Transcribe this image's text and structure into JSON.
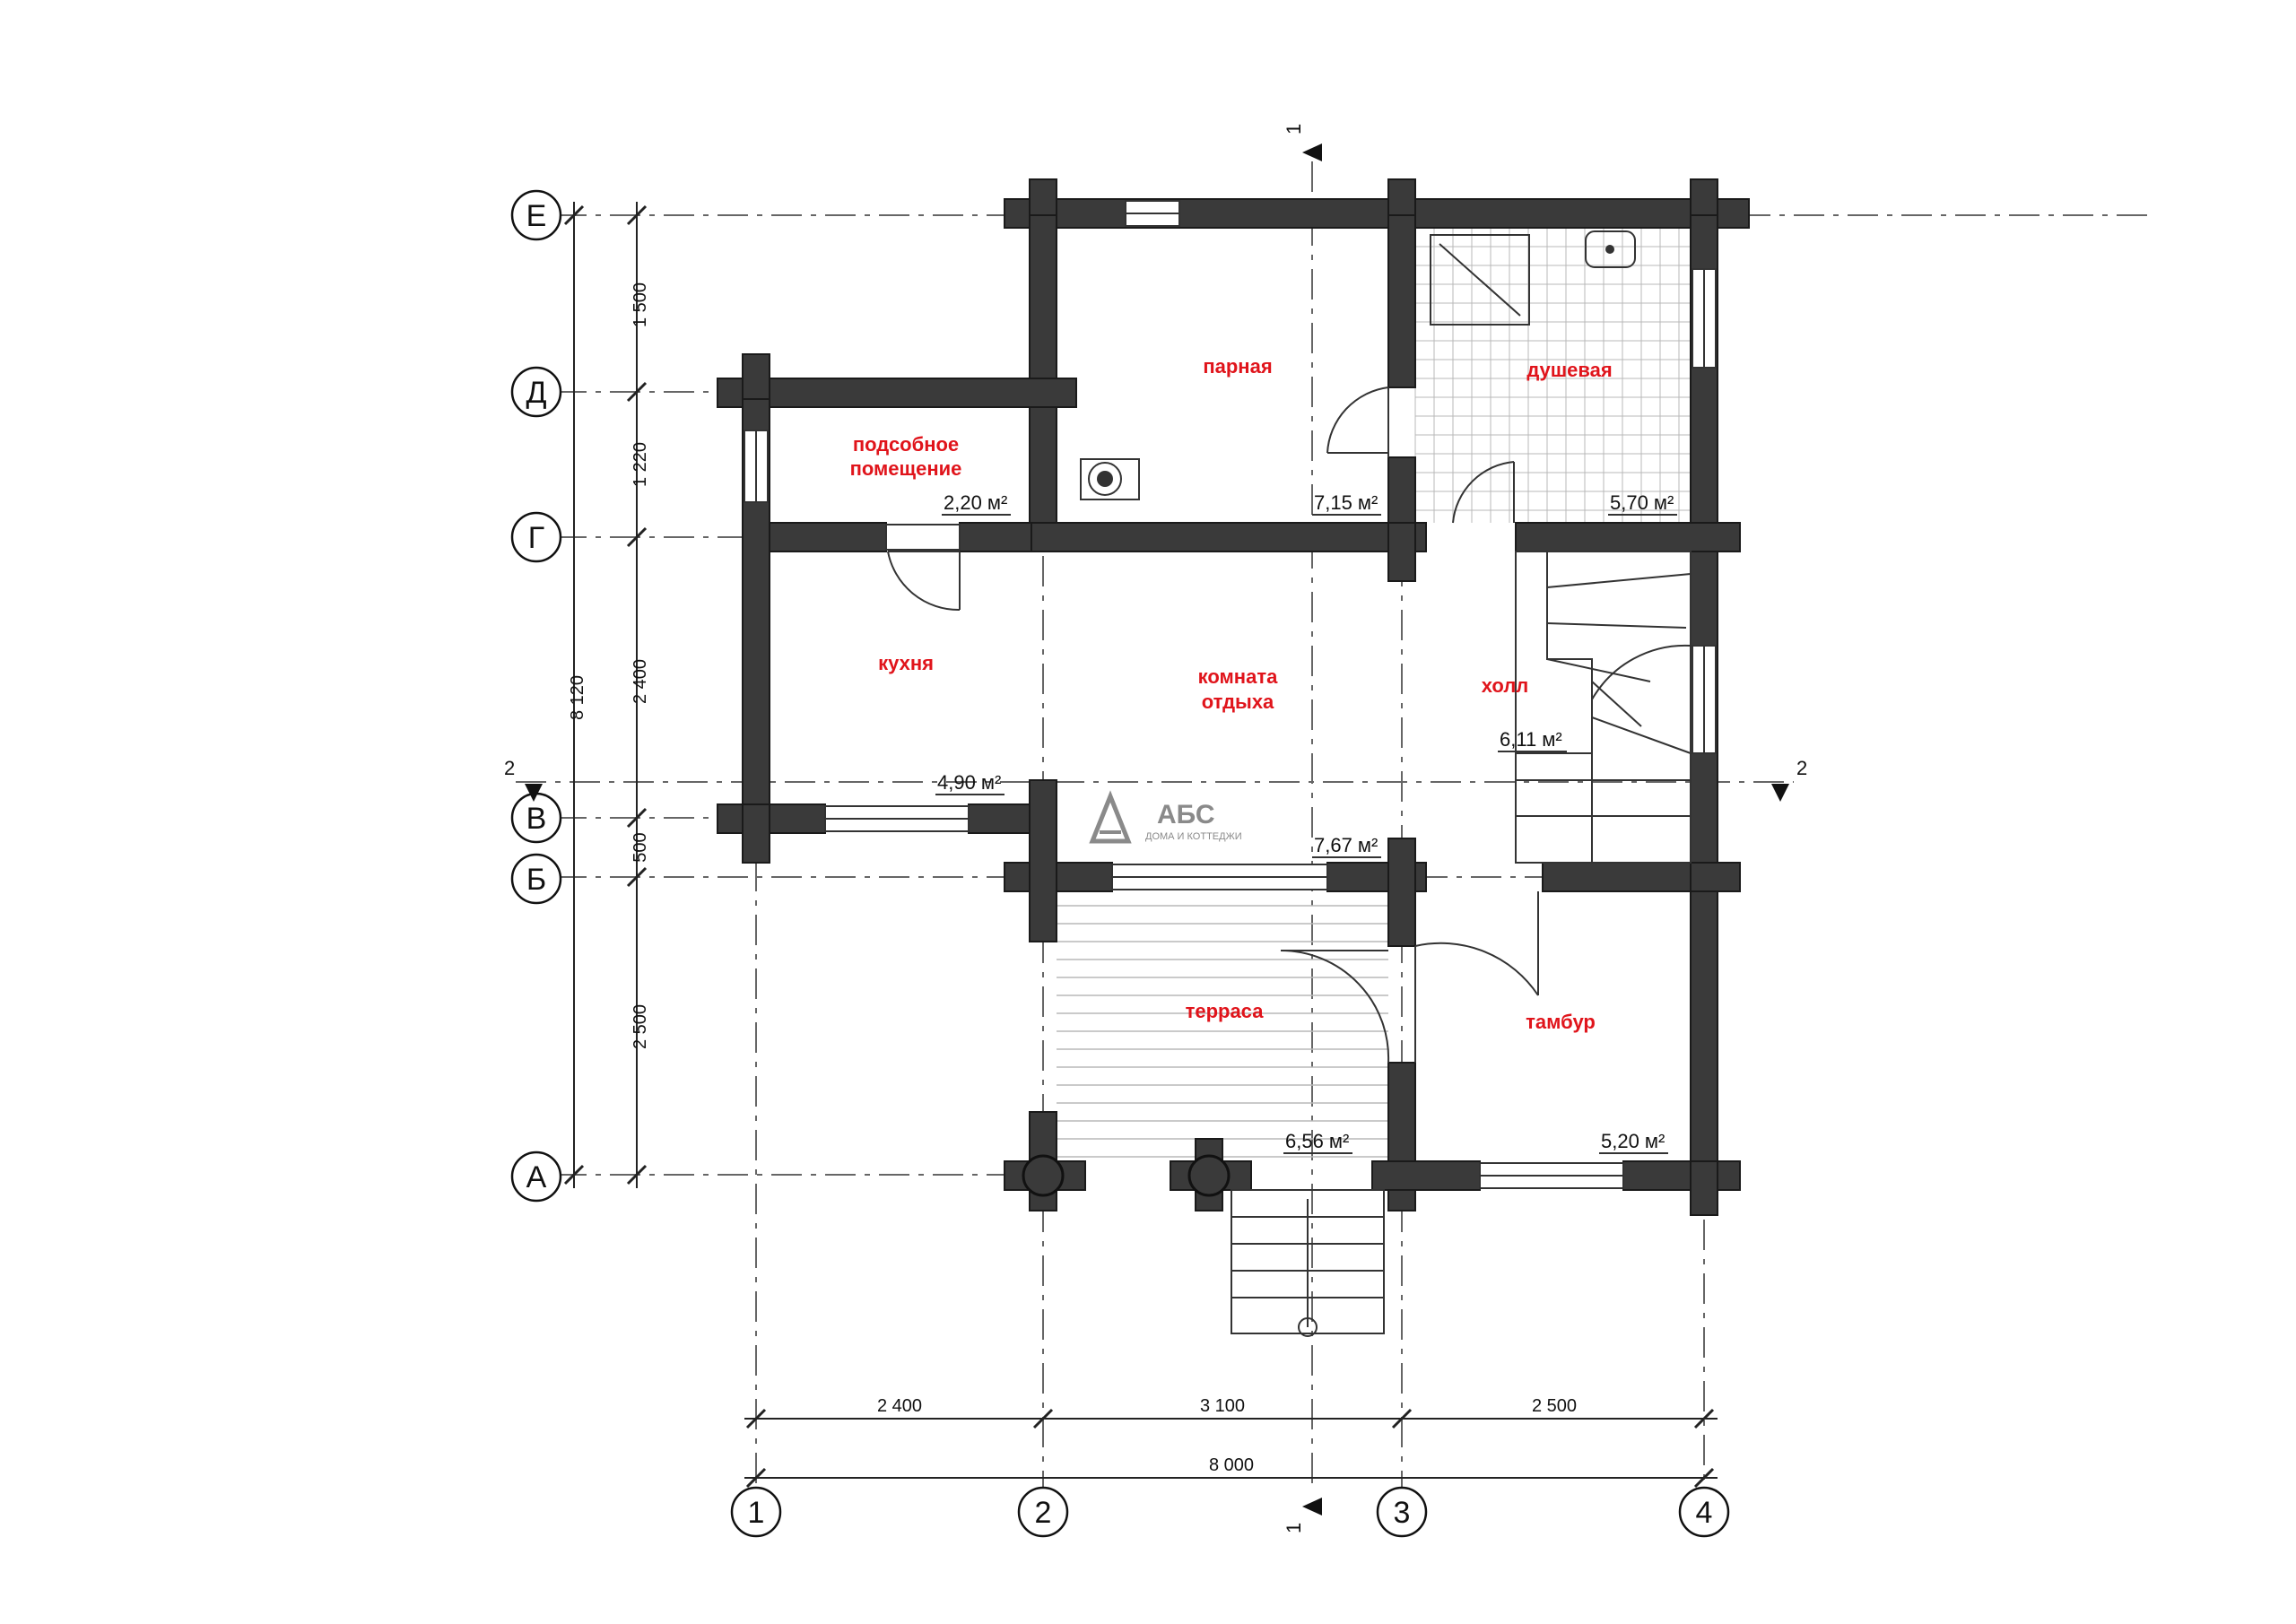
{
  "rooms": {
    "steam_room": {
      "name": "парная",
      "area": "7,15 м²"
    },
    "shower": {
      "name": "душевая",
      "area": "5,70 м²"
    },
    "utility": {
      "name_line1": "подсобное",
      "name_line2": "помещение",
      "area": "2,20 м²"
    },
    "kitchen": {
      "name": "кухня",
      "area": "4,90 м²"
    },
    "lounge": {
      "name_line1": "комната",
      "name_line2": "отдыха",
      "area": "7,67 м²"
    },
    "hall": {
      "name": "холл",
      "area": "6,11 м²"
    },
    "terrace": {
      "name": "терраса",
      "area": "6,56 м²"
    },
    "vestibule": {
      "name": "тамбур",
      "area": "5,20 м²"
    }
  },
  "axes": {
    "rows": [
      "Е",
      "Д",
      "Г",
      "В",
      "Б",
      "А"
    ],
    "columns": [
      "1",
      "2",
      "3",
      "4"
    ]
  },
  "dimensions": {
    "vertical": [
      "1 500",
      "1 220",
      "2 400",
      "500",
      "2 500"
    ],
    "vertical_total": "8 120",
    "horizontal": [
      "2 400",
      "3 100",
      "2 500"
    ],
    "horizontal_total": "8 000"
  },
  "sections": {
    "vertical_mark": "1",
    "horizontal_mark": "2"
  },
  "logo": {
    "brand": "АБС",
    "tagline": "ДОМА И КОТТЕДЖИ"
  }
}
